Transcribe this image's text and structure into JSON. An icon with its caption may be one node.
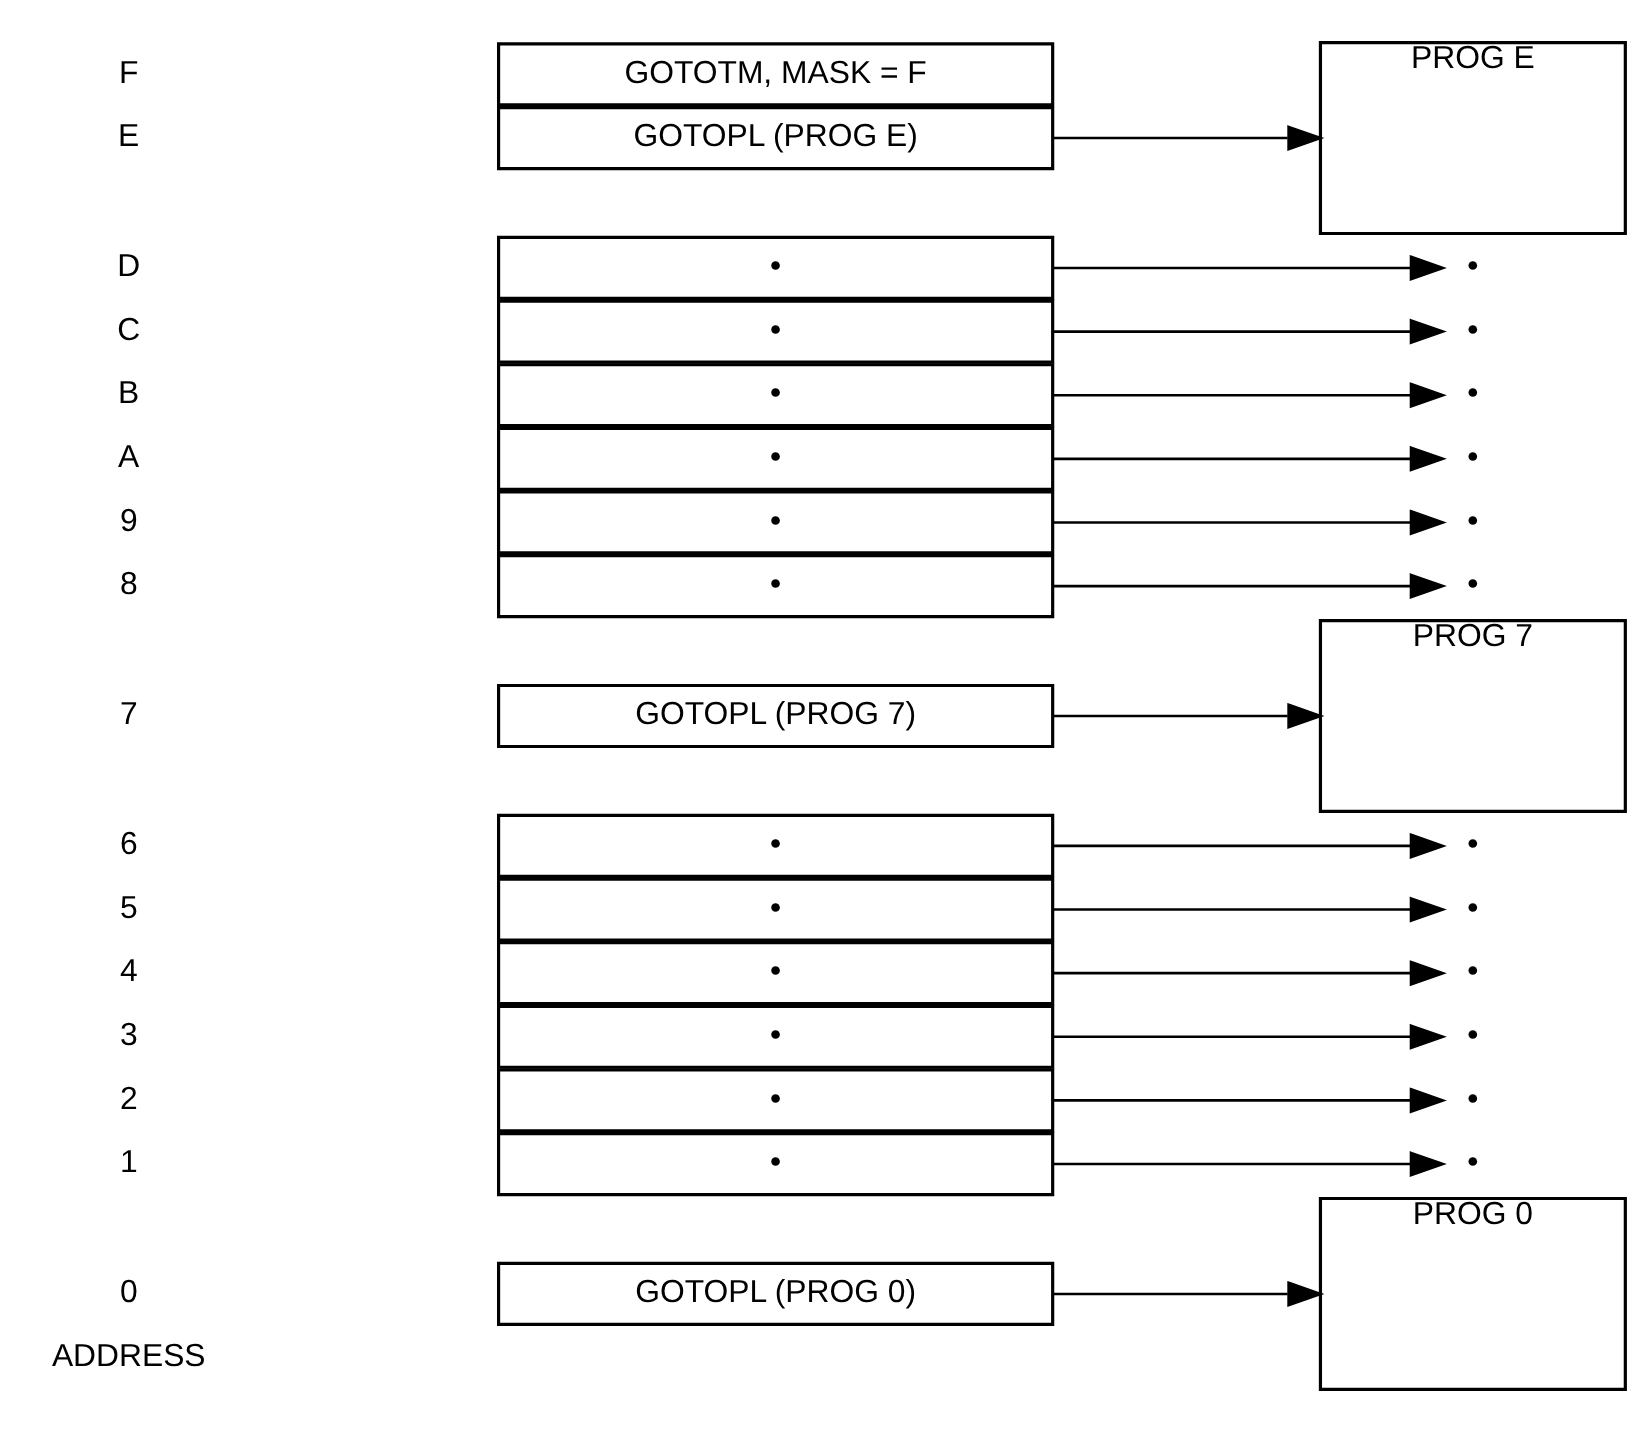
{
  "diagram": {
    "nodes": [
      {
        "text": [
          "GOTOPL (PROG 0)"
        ]
      },
      {
        "text": [
          "•"
        ]
      },
      {
        "text": [
          "•"
        ]
      },
      {
        "text": [
          "•"
        ]
      },
      {
        "text": [
          "•"
        ]
      },
      {
        "text": [
          "•"
        ]
      },
      {
        "text": [
          "•"
        ]
      },
      {
        "text": [
          "GOTOPL (PROG 7)"
        ]
      },
      {
        "text": [
          "•"
        ]
      },
      {
        "text": [
          "•"
        ]
      },
      {
        "text": [
          "•"
        ]
      },
      {
        "text": [
          "•"
        ]
      },
      {
        "text": [
          "•"
        ]
      },
      {
        "text": [
          "•"
        ]
      },
      {
        "text": [
          "GOTOPL (PROG E)"
        ]
      },
      {
        "text": [
          "GOTOTM, MASK = F"
        ]
      },
      {
        "text": [
          "PROG 0"
        ]
      },
      {
        "text": [
          "•"
        ]
      },
      {
        "text": [
          "•"
        ]
      },
      {
        "text": [
          "•"
        ]
      },
      {
        "text": [
          "•"
        ]
      },
      {
        "text": [
          "•"
        ]
      },
      {
        "text": [
          "•"
        ]
      },
      {
        "text": [
          "PROG 7"
        ]
      },
      {
        "text": [
          "•"
        ]
      },
      {
        "text": [
          "•"
        ]
      },
      {
        "text": [
          "•"
        ]
      },
      {
        "text": [
          "•"
        ]
      },
      {
        "text": [
          "•"
        ]
      },
      {
        "text": [
          "•"
        ]
      },
      {
        "text": [
          "PROG E"
        ]
      }
    ],
    "edges": [
      {
        "from": 0,
        "to": 16,
        "arrow": "to"
      },
      {
        "from": 1,
        "to": 17,
        "arrow": "to"
      },
      {
        "from": 2,
        "to": 18,
        "arrow": "to"
      },
      {
        "from": 3,
        "to": 19,
        "arrow": "to"
      },
      {
        "from": 4,
        "to": 20,
        "arrow": "to"
      },
      {
        "from": 5,
        "to": 21,
        "arrow": "to"
      },
      {
        "from": 6,
        "to": 22,
        "arrow": "to"
      },
      {
        "from": 7,
        "to": 23,
        "arrow": "to"
      },
      {
        "from": 8,
        "to": 24,
        "arrow": "to"
      },
      {
        "from": 9,
        "to": 25,
        "arrow": "to"
      },
      {
        "from": 10,
        "to": 26,
        "arrow": "to"
      },
      {
        "from": 11,
        "to": 27,
        "arrow": "to"
      },
      {
        "from": 12,
        "to": 28,
        "arrow": "to"
      },
      {
        "from": 13,
        "to": 29,
        "arrow": "to"
      },
      {
        "from": 14,
        "to": 30,
        "arrow": "to"
      }
    ],
    "labels": [
      "ADDRESS",
      "0",
      "1",
      "2",
      "3",
      "4",
      "5",
      "6",
      "7",
      "8",
      "9",
      "A",
      "B",
      "C",
      "D",
      "E",
      "F"
    ]
  }
}
